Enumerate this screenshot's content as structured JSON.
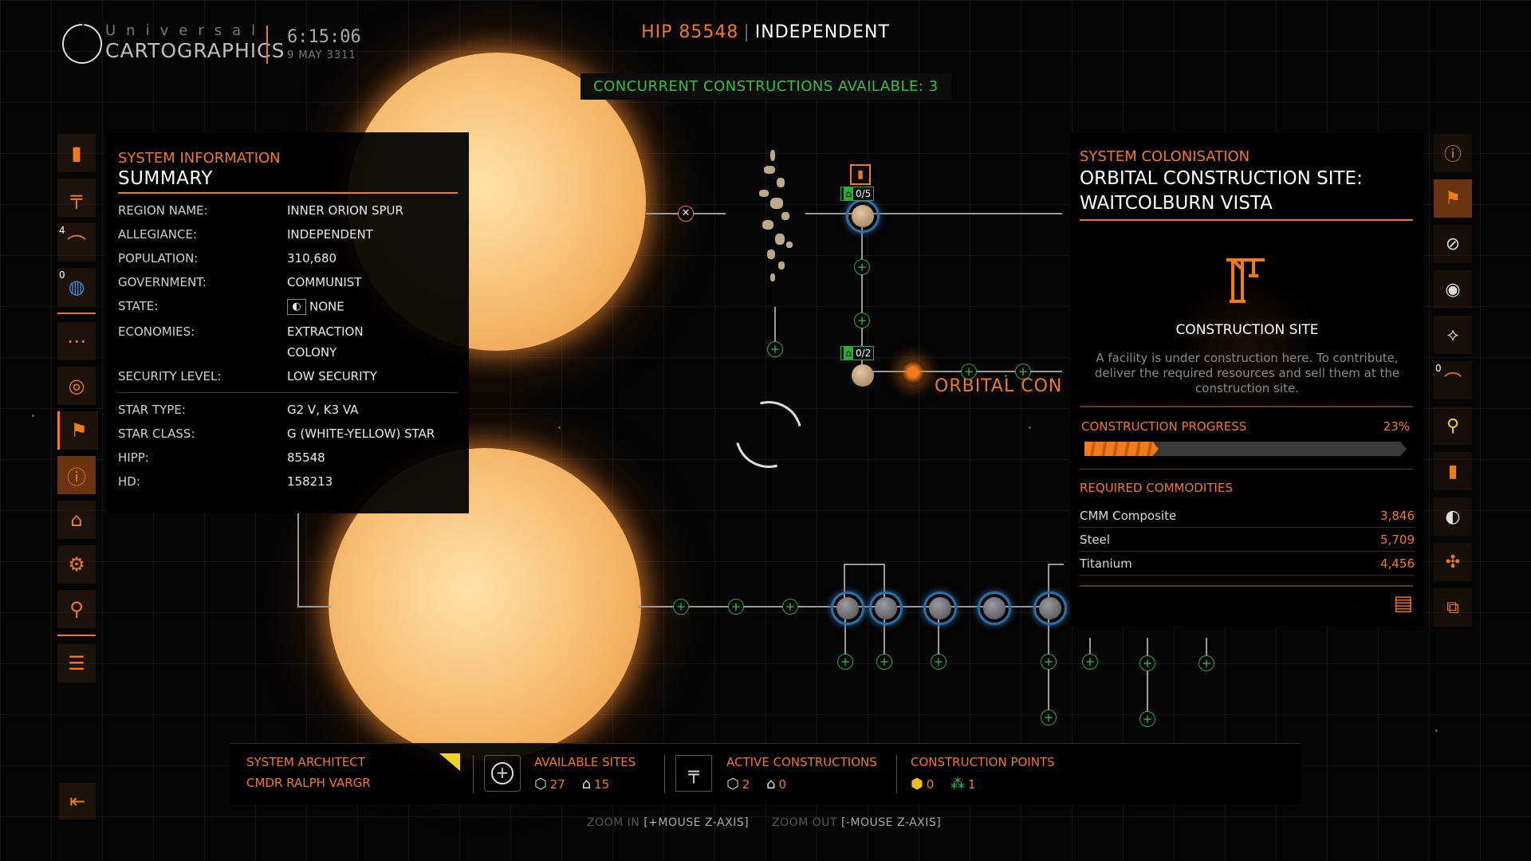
{
  "header": {
    "logo_small": "Universal",
    "logo_big": "CARTOGRAPHICS",
    "clock": "6:15:06",
    "date": "9 MAY 3311",
    "system_name": "HIP 85548",
    "system_allegiance": "INDEPENDENT",
    "concurrent": "CONCURRENT CONSTRUCTIONS AVAILABLE: 3"
  },
  "left_sidebar": {
    "badges": {
      "b3": "4",
      "b4": "0"
    }
  },
  "system_info": {
    "kicker": "SYSTEM INFORMATION",
    "title": "SUMMARY",
    "region_k": "REGION NAME:",
    "region_v": "INNER ORION SPUR",
    "allegiance_k": "ALLEGIANCE:",
    "allegiance_v": "INDEPENDENT",
    "population_k": "POPULATION:",
    "population_v": "310,680",
    "government_k": "GOVERNMENT:",
    "government_v": "COMMUNIST",
    "state_k": "STATE:",
    "state_v": "NONE",
    "economies_k": "ECONOMIES:",
    "economies_v1": "EXTRACTION",
    "economies_v2": "COLONY",
    "security_k": "SECURITY LEVEL:",
    "security_v": "LOW SECURITY",
    "star_type_k": "STAR TYPE:",
    "star_type_v": "G2 V, K3 VA",
    "star_class_k": "STAR CLASS:",
    "star_class_v": "G (WHITE-YELLOW) STAR",
    "hipp_k": "HIPP:",
    "hipp_v": "85548",
    "hd_k": "HD:",
    "hd_v": "158213"
  },
  "map": {
    "tag1": "0/5",
    "tag2": "0/2",
    "orbital_label": "ORBITAL CON"
  },
  "colonisation": {
    "kicker": "SYSTEM COLONISATION",
    "title_line1": "ORBITAL CONSTRUCTION SITE:",
    "title_line2": "WAITCOLBURN VISTA",
    "site_label": "CONSTRUCTION SITE",
    "description": "A facility is under construction here. To contribute, deliver the required resources and sell them at the construction site.",
    "progress_label": "CONSTRUCTION PROGRESS",
    "progress_pct": "23%",
    "progress_value": 0.23,
    "required_label": "REQUIRED COMMODITIES",
    "commodities": [
      {
        "name": "CMM Composite",
        "qty": "3,846"
      },
      {
        "name": "Steel",
        "qty": "5,709"
      },
      {
        "name": "Titanium",
        "qty": "4,456"
      }
    ]
  },
  "right_sidebar": {
    "badge": "0"
  },
  "bottom": {
    "architect_label": "SYSTEM ARCHITECT",
    "architect_name": "CMDR RALPH VARGR",
    "available_label": "AVAILABLE SITES",
    "available_orbital": "27",
    "available_surface": "15",
    "active_label": "ACTIVE CONSTRUCTIONS",
    "active_orbital": "2",
    "active_surface": "0",
    "points_label": "CONSTRUCTION POINTS",
    "points_t2": "0",
    "points_t3": "1",
    "zoom_in_a": "ZOOM IN",
    "zoom_in_b": "[+MOUSE Z-AXIS]",
    "zoom_out_a": "ZOOM OUT",
    "zoom_out_b": "[-MOUSE Z-AXIS]"
  },
  "colors": {
    "accent": "#f07b1a",
    "green": "#31c23f",
    "yellow": "#f0d020",
    "ring_blue": "#2f6fa8"
  }
}
